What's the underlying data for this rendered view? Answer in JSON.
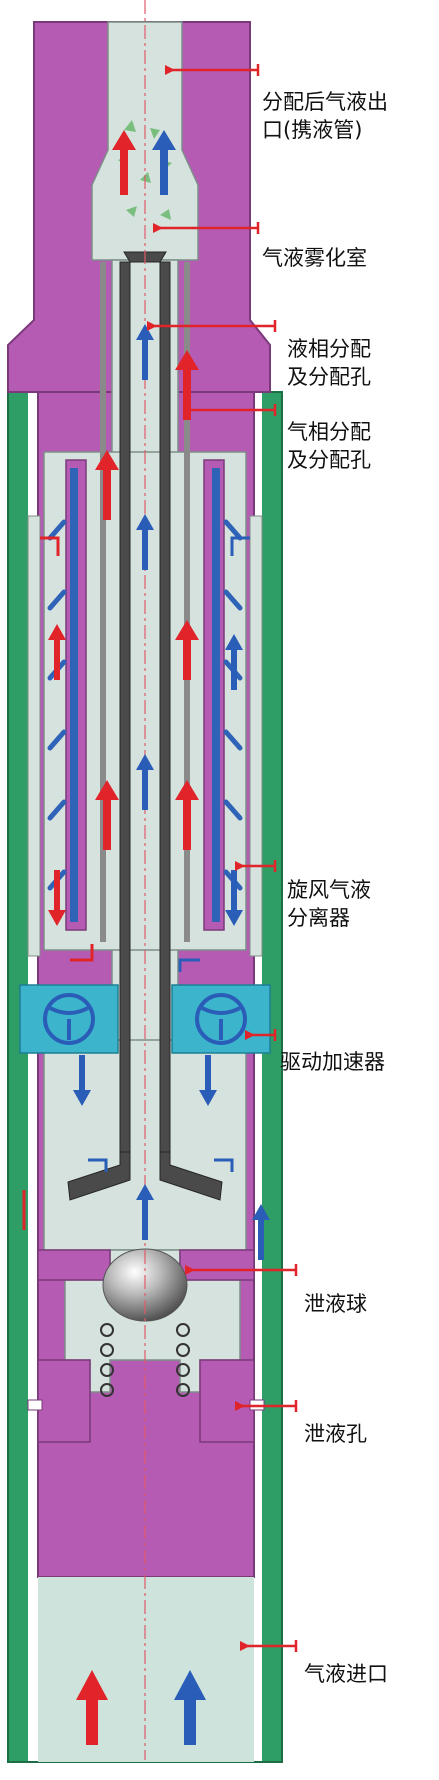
{
  "labels": {
    "outlet": "分配后气液出\n口(携液管)",
    "atomizer": "气液雾化室",
    "liquid_dist": "液相分配\n及分配孔",
    "gas_dist": "气相分配\n及分配孔",
    "cyclone": "旋风气液\n分离器",
    "accelerator": "驱动加速器",
    "ball": "泄液球",
    "drain_hole": "泄液孔",
    "inlet": "气液进口"
  },
  "colors": {
    "housing": "#b55bb4",
    "tube_outer": "#2f9e66",
    "fluid": "#d6e2dd",
    "inner_tube": "#4a4a4a",
    "separator_blue": "#2f63b8",
    "accelerator": "#3cb4cc",
    "gas_arrow": "#e0242a",
    "liquid_arrow": "#2a5db8",
    "leader": "#e0242a",
    "centerline": "#e05a6a",
    "mist": "#6ab86e"
  }
}
